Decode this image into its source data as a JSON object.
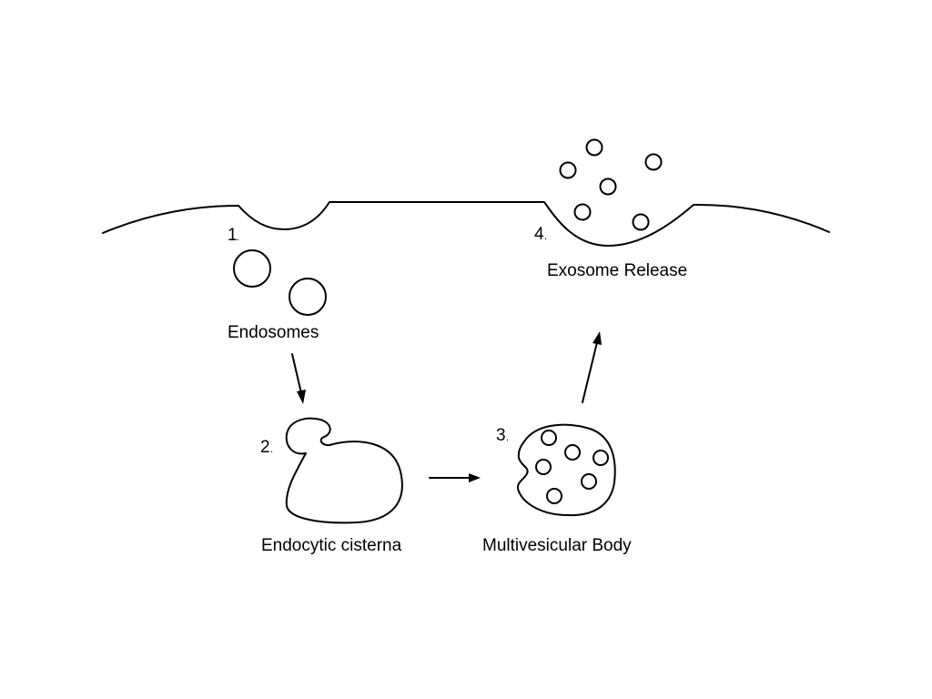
{
  "steps": [
    {
      "number": "1",
      "label": "Endosomes"
    },
    {
      "number": "2",
      "label": "Endocytic cisterna"
    },
    {
      "number": "3",
      "label": "Multivesicular Body"
    },
    {
      "number": "4",
      "label": "Exosome Release"
    }
  ],
  "step_number_suffix": ".",
  "colors": {
    "line": "#000000",
    "background": "#ffffff"
  }
}
